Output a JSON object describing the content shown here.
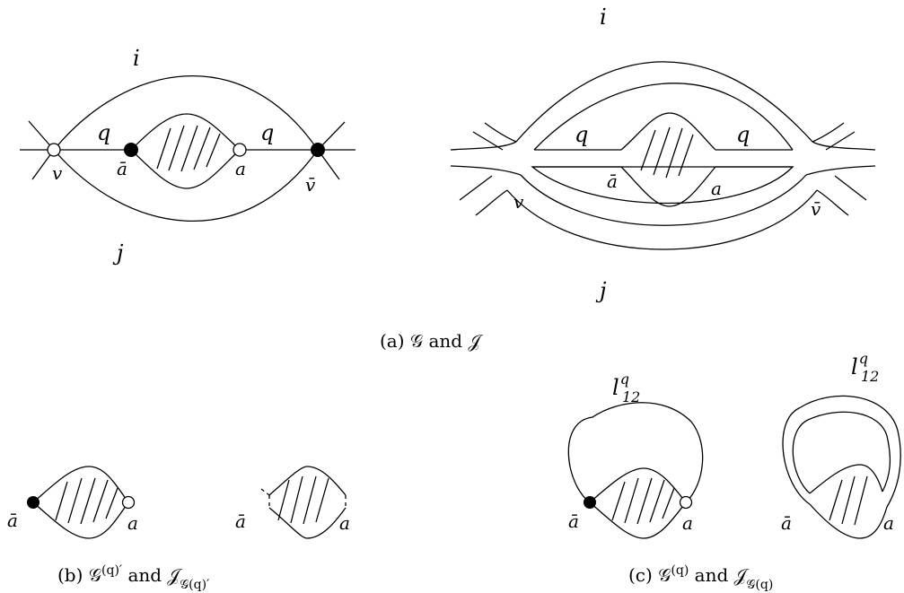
{
  "labels": {
    "a1_i": "i",
    "a1_j": "j",
    "a1_q_left": "q",
    "a1_q_right": "q",
    "a1_v": "v",
    "a1_vbar": "v̄",
    "a1_abar": "ā",
    "a1_a": "a",
    "a2_i": "i",
    "a2_j": "j",
    "a2_q_left": "q",
    "a2_q_right": "q",
    "a2_v": "v",
    "a2_vbar": "v̄",
    "a2_abar": "ā",
    "a2_a": "a",
    "b1_abar": "ā",
    "b1_a": "a",
    "b2_abar": "ā",
    "b2_a": "a",
    "c1_l": "l",
    "c1_l_sup": "q",
    "c1_l_sub": "12",
    "c1_abar": "ā",
    "c1_a": "a",
    "c2_l": "l",
    "c2_l_sup": "q",
    "c2_l_sub": "12",
    "c2_abar": "ā",
    "c2_a": "a"
  },
  "captions": {
    "a": "(a) 𝒢 and 𝒥",
    "b_prefix": "(b) 𝒢",
    "b_sup": "(q)′",
    "b_mid": " and 𝒥",
    "b_sub": "𝒢(q)′",
    "c_prefix": "(c) 𝒢",
    "c_sup": "(q)",
    "c_mid": " and 𝒥",
    "c_sub": "𝒢(q)"
  }
}
